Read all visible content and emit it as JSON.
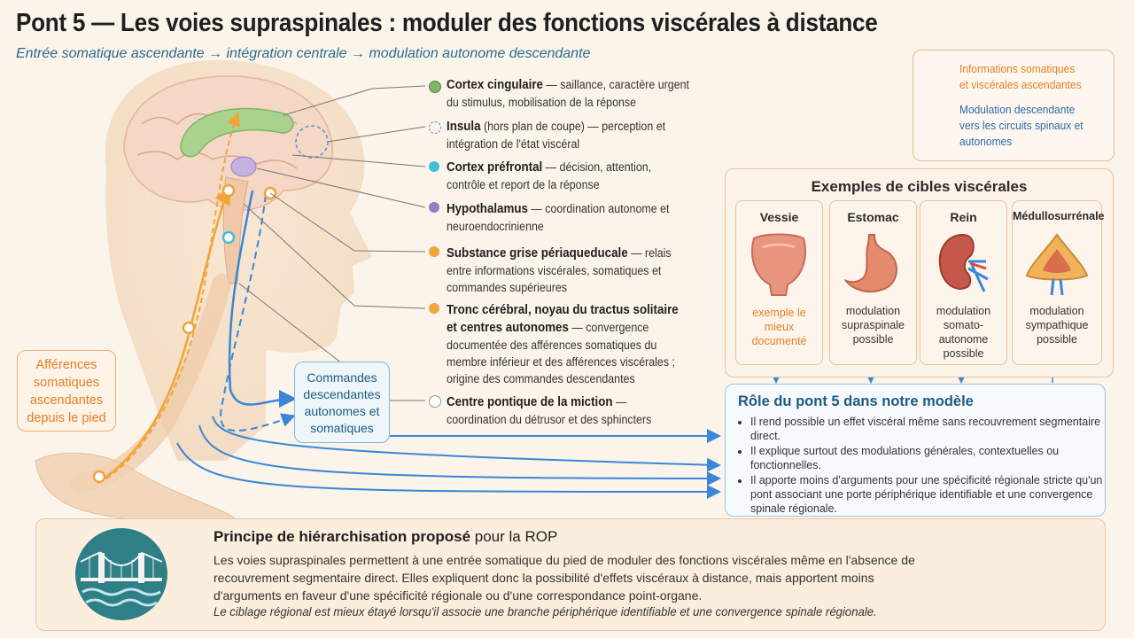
{
  "title": "Pont 5 — Les voies supraspinales : moduler des fonctions viscérales à distance",
  "subtitle": "Entrée somatique ascendante → intégration centrale → modulation autonome descendante",
  "structures": [
    {
      "name": "Cortex cingulaire",
      "desc": " — saillance, caractère urgent du stimulus, mobilisation de la réponse",
      "color": "#7fb46a"
    },
    {
      "name": "Insula",
      "desc": " (hors plan de coupe) — perception et intégration de l'état viscéral",
      "color": "#5b8fd6"
    },
    {
      "name": "Cortex préfrontal",
      "desc": " — décision, attention, contrôle et report de la réponse",
      "color": "#3fc0d6"
    },
    {
      "name": "Hypothalamus",
      "desc": " — coordination autonome et neuroendocrinienne",
      "color": "#9a7bc4"
    },
    {
      "name": "Substance grise périaqueducale",
      "desc": " — relais entre informations viscérales, somatiques et commandes supérieures",
      "color": "#f0a43a"
    },
    {
      "name": "Tronc cérébral, noyau du tractus solitaire et centres autonomes",
      "desc": " — convergence documentée des afférences somatiques du membre inférieur et des afférences viscérales ; origine des commandes descendantes",
      "color": "#f0a43a"
    },
    {
      "name": "Centre pontique de la miction",
      "desc": " — coordination du détrusor et des sphincters",
      "color": "#ffffff"
    }
  ],
  "legend": {
    "ascending": "Informations somatiques et viscérales ascendantes",
    "descending": "Modulation descendante vers les circuits spinaux et autonomes",
    "ascending_color": "#f0a43a",
    "descending_color": "#3a86d8"
  },
  "afferences_label": "Afférences somatiques ascendantes depuis le pied",
  "commands_label": "Commandes descendantes autonomes et somatiques",
  "targets": {
    "title": "Exemples de cibles viscérales",
    "items": [
      {
        "name": "Vessie",
        "text": "exemple le mieux documenté",
        "accent": "#e67f22"
      },
      {
        "name": "Estomac",
        "text": "modulation supraspinale possible",
        "accent": "#333333"
      },
      {
        "name": "Rein",
        "text": "modulation somato-autonome possible",
        "accent": "#333333"
      },
      {
        "name": "Médullosurrénale",
        "text": "modulation sympathique possible",
        "accent": "#333333"
      }
    ]
  },
  "role": {
    "title": "Rôle du pont 5 dans notre modèle",
    "bullets": [
      "Il rend possible un effet viscéral même sans recouvrement segmentaire direct.",
      "Il explique surtout des modulations générales, contextuelles ou fonctionnelles.",
      "Il apporte moins d'arguments pour une spécificité régionale stricte qu'un pont associant une porte périphérique identifiable et une convergence spinale régionale."
    ]
  },
  "principle": {
    "title_bold": "Principe de hiérarchisation proposé",
    "title_rest": " pour la ROP",
    "text": "Les voies supraspinales permettent à une entrée somatique du pied de moduler des fonctions viscérales même en l'absence de recouvrement segmentaire direct. Elles expliquent donc la possibilité d'effets viscéraux à distance, mais apportent moins d'arguments en faveur d'une spécificité régionale ou d'une correspondance point-organe.",
    "italic": "Le ciblage régional est mieux étayé lorsqu'il associe une branche périphérique identifiable et une convergence spinale régionale."
  }
}
